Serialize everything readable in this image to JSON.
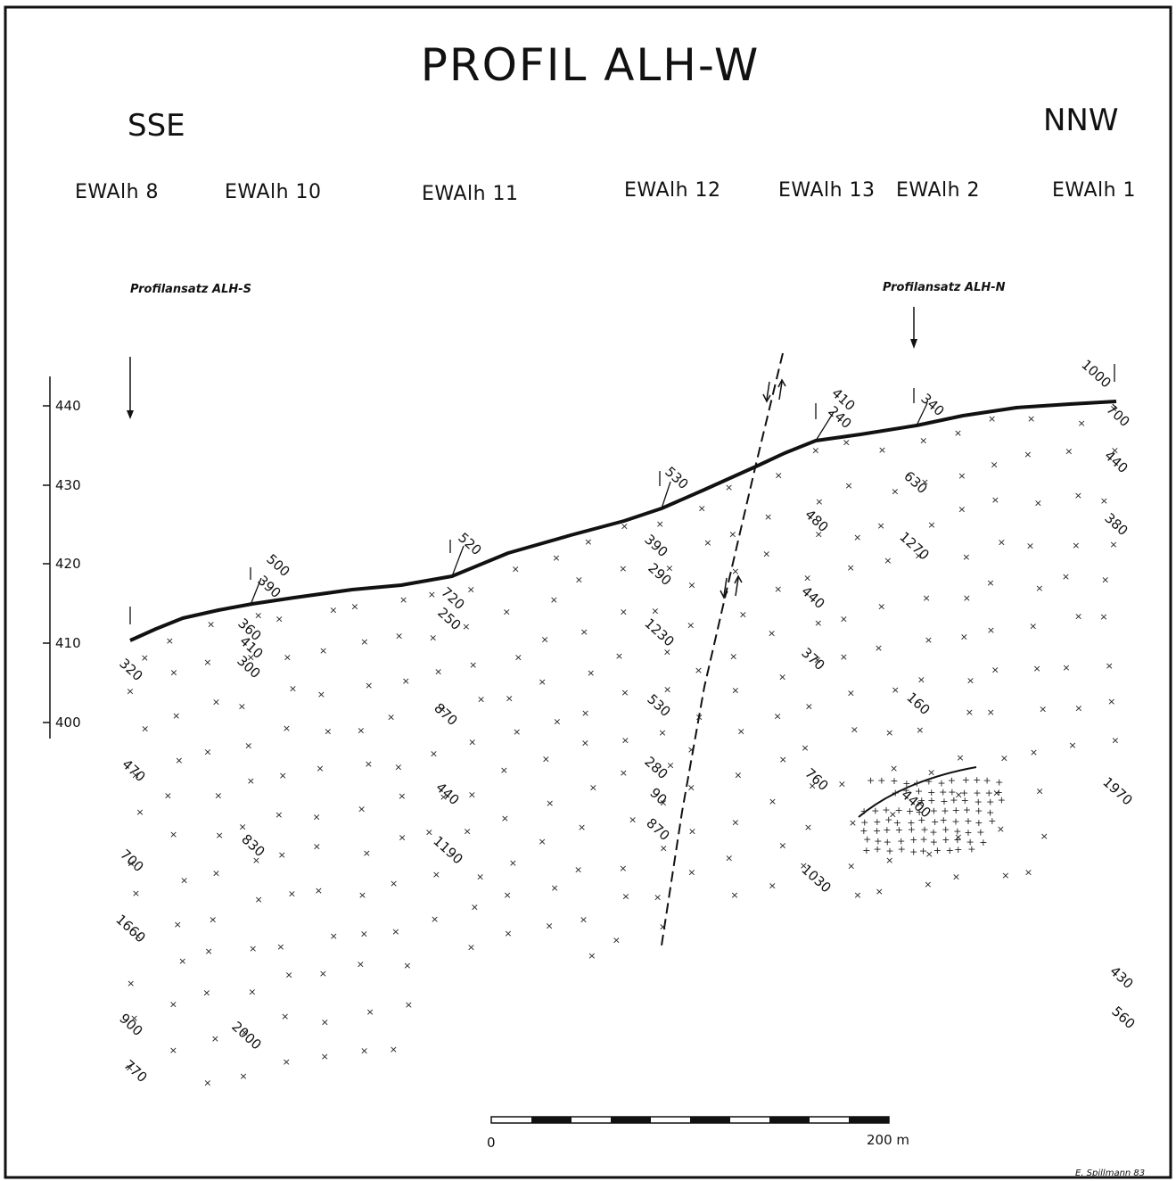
{
  "title": "PROFIL ALH-W",
  "orientation": {
    "left": "SSE",
    "right": "NNW"
  },
  "boreholes": [
    "EWAlh 8",
    "EWAlh 10",
    "EWAlh 11",
    "EWAlh 12",
    "EWAlh 13",
    "EWAlh 2",
    "EWAlh 1"
  ],
  "profile_markers": {
    "left": "Profilansatz ALH-S",
    "right": "Profilansatz ALH-N"
  },
  "elevation_axis": {
    "ticks": [
      "440",
      "430",
      "420",
      "410",
      "400"
    ]
  },
  "scale_bar": {
    "start_label": "0",
    "end_label": "200 m"
  },
  "resistivity_values": {
    "EWAlh 8": [
      "320",
      "470",
      "700",
      "1660",
      "900",
      "770"
    ],
    "EWAlh 10": [
      "500",
      "390",
      "360",
      "410",
      "300",
      "830",
      "2000"
    ],
    "EWAlh 11": [
      "520",
      "720",
      "250",
      "870",
      "440",
      "1190"
    ],
    "EWAlh 12": [
      "530",
      "390",
      "290",
      "1230",
      "530",
      "280",
      "90",
      "870"
    ],
    "EWAlh 13": [
      "410",
      "240",
      "480",
      "440",
      "370",
      "760",
      "1030"
    ],
    "EWAlh 2": [
      "340",
      "630",
      "1270",
      "160",
      "4400"
    ],
    "EWAlh 1": [
      "1000",
      "700",
      "440",
      "380",
      "1970",
      "430",
      "560"
    ]
  },
  "signature": "E. Spillmann 83"
}
